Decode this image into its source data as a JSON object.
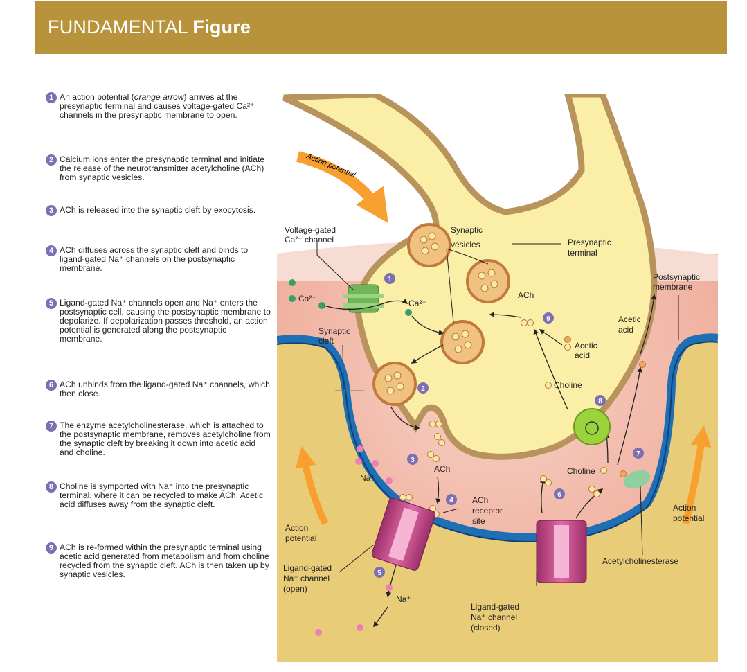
{
  "header": {
    "title_plain": "FUNDAMENTAL ",
    "title_bold": "Figure"
  },
  "colors": {
    "banner": "#b8933b",
    "step_badge": "#7d6fb2",
    "terminal": "#fbefa8",
    "cleft": "#f1b9ad",
    "membrane": "#1f6fb5",
    "postsynaptic": "#e8cc78",
    "arrow": "#f7a030"
  },
  "steps": [
    {
      "num": "1",
      "pre": "An action potential (",
      "em": "orange arrow",
      "post": ") arrives at the presynaptic terminal and causes voltage-gated Ca²⁺ channels in the presynaptic membrane to open."
    },
    {
      "num": "2",
      "pre": "Calcium ions enter the presynaptic terminal and initiate the release of the neurotransmitter acetylcholine (ACh) from synaptic vesicles.",
      "em": "",
      "post": ""
    },
    {
      "num": "3",
      "pre": "ACh is released into the synaptic cleft by exocytosis.",
      "em": "",
      "post": ""
    },
    {
      "num": "4",
      "pre": "ACh diffuses across the synaptic cleft and binds to ligand-gated Na⁺ channels on the postsynaptic membrane.",
      "em": "",
      "post": ""
    },
    {
      "num": "5",
      "pre": "Ligand-gated Na⁺ channels open and Na⁺ enters the postsynaptic cell, causing the postsynaptic membrane to depolarize. If depolarization passes threshold, an action potential is generated along the postsynaptic membrane.",
      "em": "",
      "post": ""
    },
    {
      "num": "6",
      "pre": "ACh unbinds from the ligand-gated Na⁺ channels, which then close.",
      "em": "",
      "post": ""
    },
    {
      "num": "7",
      "pre": "The enzyme acetylcholinesterase, which is attached to the postsynaptic membrane, removes acetylcholine from the synaptic cleft by breaking it down into acetic acid and choline.",
      "em": "",
      "post": ""
    },
    {
      "num": "8",
      "pre": "Choline is symported with Na⁺ into the presynaptic terminal, where it can be recycled to make ACh. Acetic acid diffuses away from the synaptic cleft.",
      "em": "",
      "post": ""
    },
    {
      "num": "9",
      "pre": "ACh is re-formed within the presynaptic terminal using acetic acid generated from metabolism and from choline recycled from the synaptic cleft. ACh is then taken up by synaptic vesicles.",
      "em": "",
      "post": ""
    }
  ],
  "figure": {
    "action_potential_arc": "Action potential",
    "voltage_gated_1": "Voltage-gated",
    "voltage_gated_2": "Ca²⁺ channel",
    "synaptic_vesicles_1": "Synaptic",
    "synaptic_vesicles_2": "vesicles",
    "presynaptic_1": "Presynaptic",
    "presynaptic_2": "terminal",
    "postsynaptic_1": "Postsynaptic",
    "postsynaptic_2": "membrane",
    "ca_outside": "Ca²⁺",
    "ca_inside": "Ca²⁺",
    "synaptic_cleft_1": "Synaptic",
    "synaptic_cleft_2": "cleft",
    "ach_top": "ACh",
    "acetic_acid_1": "Acetic",
    "acetic_acid_2": "acid",
    "acetic_acid_right_1": "Acetic",
    "acetic_acid_right_2": "acid",
    "choline_inside": "Choline",
    "choline_cleft": "Choline",
    "ach_cleft": "ACh",
    "na_plus_top": "Na⁺",
    "na_plus_bottom": "Na⁺",
    "ach_receptor_1": "ACh",
    "ach_receptor_2": "receptor",
    "ach_receptor_3": "site",
    "action_potential_left_1": "Action",
    "action_potential_left_2": "potential",
    "action_potential_right_1": "Action",
    "action_potential_right_2": "potential",
    "acetylcholinesterase": "Acetylcholinesterase",
    "lg_open_1": "Ligand-gated",
    "lg_open_2": "Na⁺ channel",
    "lg_open_3": "(open)",
    "lg_closed_1": "Ligand-gated",
    "lg_closed_2": "Na⁺ channel",
    "lg_closed_3": "(closed)",
    "badges": [
      "1",
      "2",
      "3",
      "4",
      "5",
      "6",
      "7",
      "8",
      "9"
    ]
  }
}
